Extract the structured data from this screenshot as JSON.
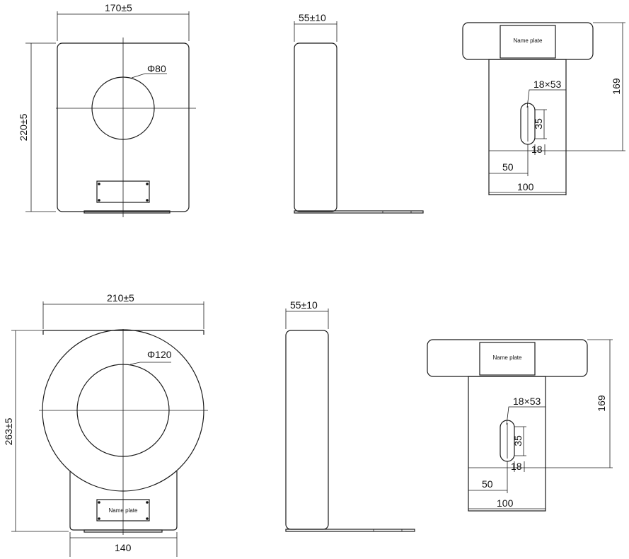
{
  "view_a": {
    "width_label": "170±5",
    "height_label": "220±5",
    "hole_label": "Φ80"
  },
  "view_b": {
    "thickness_label": "55±10"
  },
  "view_c": {
    "name_plate": "Name plate",
    "slot_label": "18×53",
    "slot_length_label": "35",
    "slot_width_label": "18",
    "offset_label": "50",
    "base_width_label": "100",
    "height_label": "169"
  },
  "view_d": {
    "width_label": "210±5",
    "height_label": "263±5",
    "hole_label": "Φ120",
    "base_label": "140",
    "name_plate": "Name plate"
  },
  "view_e": {
    "thickness_label": "55±10"
  },
  "view_f": {
    "name_plate": "Name plate",
    "slot_label": "18×53",
    "slot_length_label": "35",
    "slot_width_label": "18",
    "offset_label": "50",
    "base_width_label": "100",
    "height_label": "169"
  }
}
